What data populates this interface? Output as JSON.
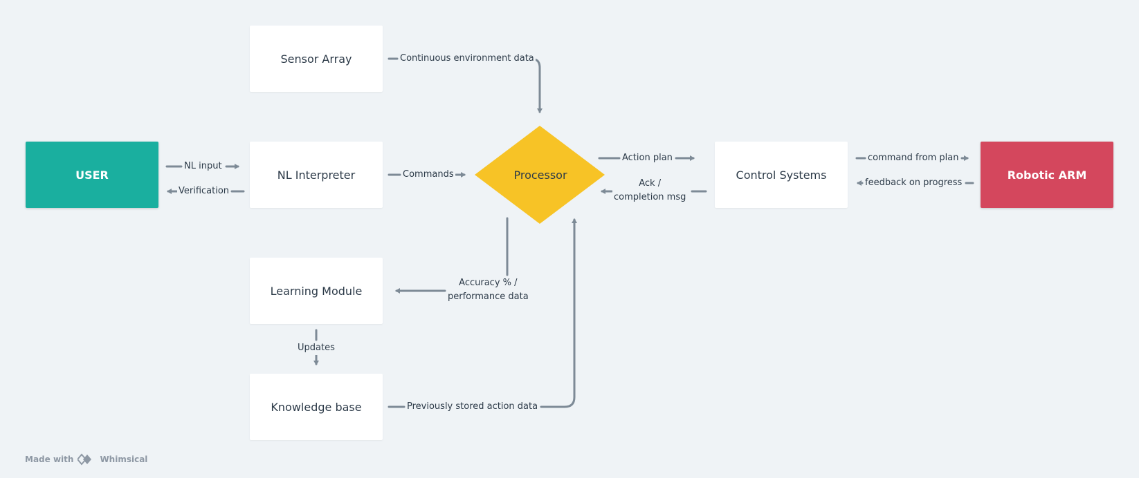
{
  "nodes": {
    "user": "USER",
    "sensor_array": "Sensor Array",
    "nl_interpreter": "NL Interpreter",
    "processor": "Processor",
    "control_systems": "Control Systems",
    "robotic_arm": "Robotic ARM",
    "learning_module": "Learning Module",
    "knowledge_base": "Knowledge base"
  },
  "edges": {
    "nl_input": "NL input",
    "verification": "Verification",
    "continuous_env": "Continuous environment data",
    "commands": "Commands",
    "action_plan": "Action plan",
    "ack_line1": "Ack /",
    "ack_line2": "completion msg",
    "command_from_plan": "command from plan",
    "feedback_on_progress": "feedback on progress",
    "accuracy_line1": "Accuracy % /",
    "accuracy_line2": "performance data",
    "updates": "Updates",
    "previously_stored": "Previously stored action data"
  },
  "footer": {
    "made_with": "Made with",
    "brand": "Whimsical"
  },
  "colors": {
    "background": "#eff3f6",
    "user_node": "#1aaf9f",
    "robotic_arm_node": "#d4475d",
    "processor_diamond": "#f7c326",
    "connector": "#7d8a96"
  }
}
